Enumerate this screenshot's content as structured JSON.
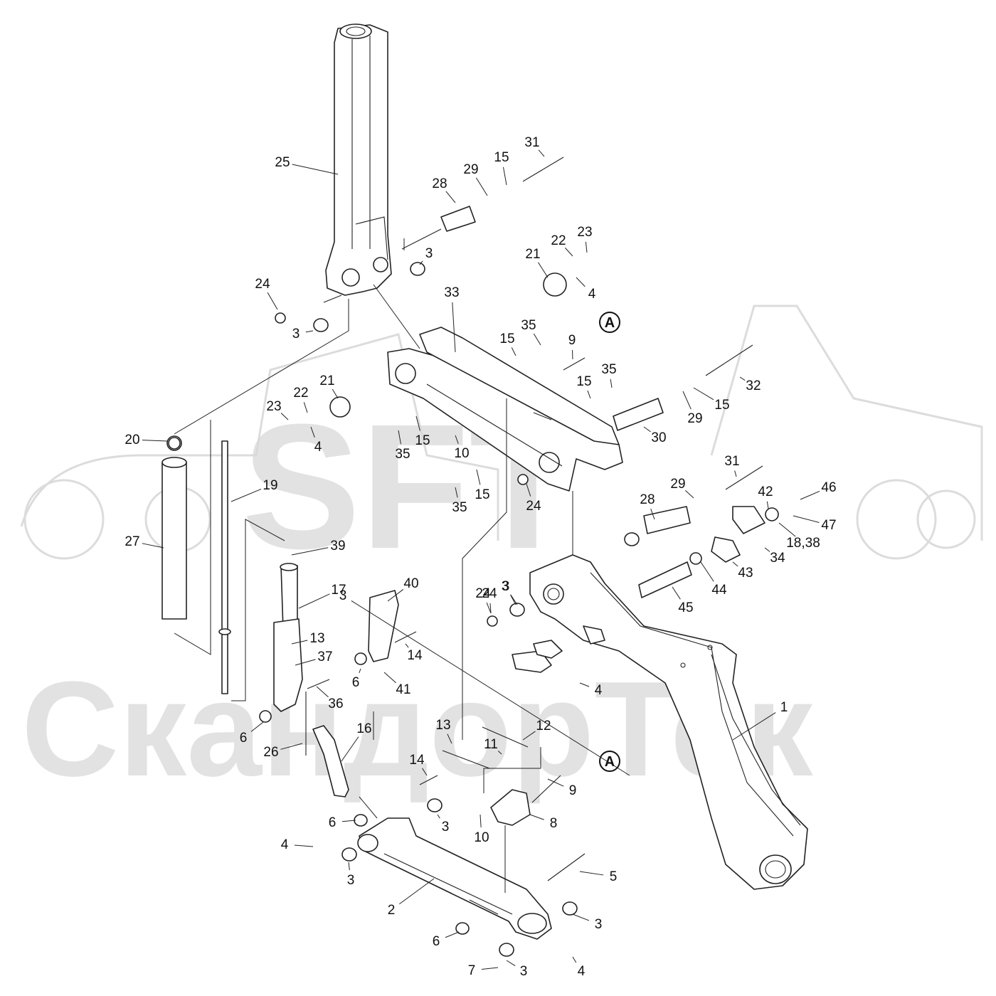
{
  "watermark": {
    "logo": "SFT",
    "brand": "СкандорТек"
  },
  "reference_marks": [
    "A",
    "A"
  ],
  "callouts": [
    "1",
    "2",
    "3",
    "3",
    "3",
    "3",
    "3",
    "3",
    "3",
    "3",
    "3",
    "4",
    "4",
    "4",
    "4",
    "4",
    "5",
    "6",
    "6",
    "6",
    "6",
    "7",
    "8",
    "9",
    "9",
    "10",
    "10",
    "11",
    "12",
    "13",
    "13",
    "14",
    "14",
    "15",
    "15",
    "15",
    "15",
    "15",
    "15",
    "16",
    "17",
    "18,38",
    "19",
    "20",
    "21",
    "21",
    "22",
    "22",
    "23",
    "23",
    "24",
    "24",
    "24",
    "24",
    "25",
    "26",
    "27",
    "28",
    "28",
    "29",
    "29",
    "29",
    "30",
    "31",
    "31",
    "32",
    "33",
    "34",
    "35",
    "35",
    "35",
    "35",
    "36",
    "37",
    "39",
    "40",
    "41",
    "42",
    "43",
    "44",
    "45",
    "46",
    "47"
  ]
}
